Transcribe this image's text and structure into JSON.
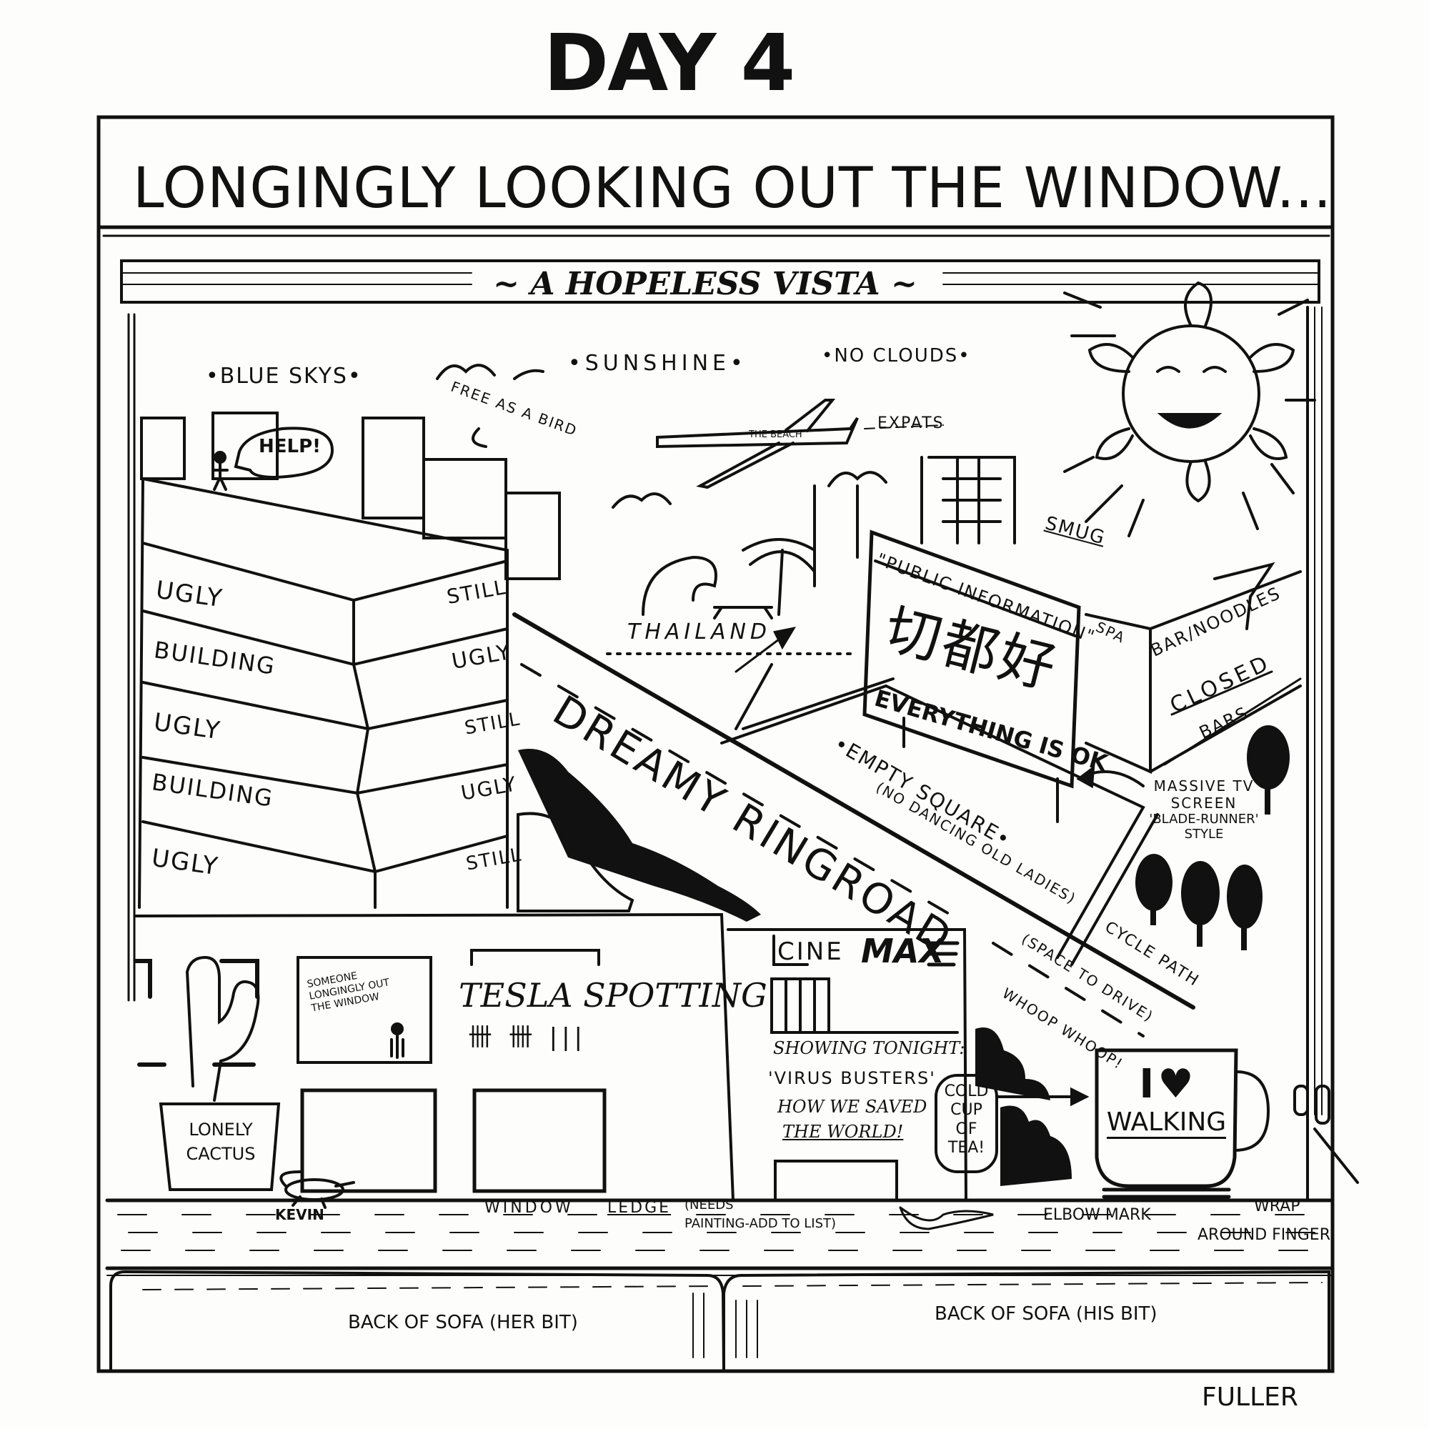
{
  "page_title": "DAY 4",
  "panel_title": "LONGINGLY LOOKING OUT THE WINDOW...",
  "blind_label": "~ A HOPELESS VISTA ~",
  "sky": {
    "blue_skys": "•BLUE SKYS•",
    "free_as_a_bird": "FREE AS A BIRD",
    "sunshine": "•SUNSHINE•",
    "no_clouds": "•NO CLOUDS•",
    "plane_label": "THE BEACH",
    "expats": "EXPATS",
    "smug": "SMUG"
  },
  "help_bubble": "HELP!",
  "ugly_building": {
    "left": [
      "UGLY",
      "BUILDING",
      "UGLY",
      "BUILDING",
      "UGLY"
    ],
    "right": [
      "STILL",
      "UGLY",
      "STILL",
      "UGLY",
      "STILL"
    ]
  },
  "thailand": "THAILAND",
  "ringroad": "DREAMY RINGROAD",
  "billboard": {
    "heading": "\"PUBLIC INFORMATION\"",
    "chinese": "切都好",
    "caption": "EVERYTHING IS OK"
  },
  "square": {
    "label": "•EMPTY SQUARE•",
    "note": "(NO DANCING OLD LADIES)"
  },
  "spa": "SPA",
  "bar_noodles": "BAR/NOODLES",
  "closed": "CLOSED",
  "bars": "BARS",
  "massive_tv": [
    "MASSIVE TV",
    "SCREEN",
    "'BLADE-RUNNER'",
    "STYLE"
  ],
  "cycle_path": "CYCLE PATH",
  "space_to_drive": "(SPACE TO DRIVE)",
  "whoop": "WHOOP WHOOP!",
  "cactus_label": [
    "LONELY",
    "CACTUS"
  ],
  "picture_frame": [
    "SOMEONE",
    "LONGINGLY OUT",
    "THE WINDOW"
  ],
  "tesla": {
    "title": "TESLA SPOTTING",
    "tally": "卌 卌 |||",
    "count": 13
  },
  "cinema": {
    "name_a": "CINE",
    "name_b": "MAX",
    "showing": "SHOWING TONIGHT:",
    "film": "'VIRUS BUSTERS'",
    "tagline": [
      "HOW WE SAVED",
      "THE WORLD!"
    ]
  },
  "tea_bubble": [
    "COLD",
    "CUP",
    "OF",
    "TEA!"
  ],
  "mug": {
    "line1": "I",
    "heart": "♥",
    "line2": "WALKING"
  },
  "ledge": {
    "kevin": "KEVIN",
    "window": "WINDOW",
    "ledge": "LEDGE",
    "note1": "(NEEDS",
    "note2": "PAINTING-ADD TO LIST)",
    "elbow": "ELBOW MARK",
    "wrap1": "WRAP",
    "wrap2": "AROUND FINGER"
  },
  "sofa": {
    "her": "BACK OF SOFA (HER BIT)",
    "his": "BACK OF SOFA (HIS BIT)"
  },
  "signature": "FULLER"
}
